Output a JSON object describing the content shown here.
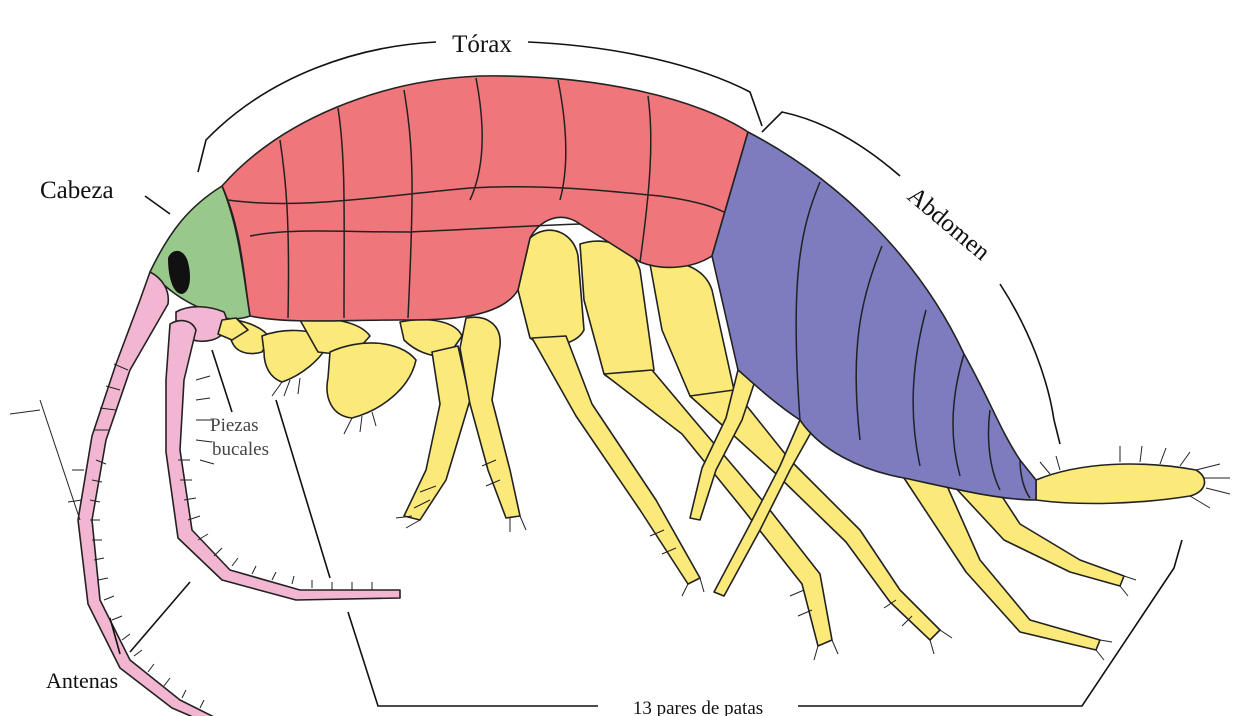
{
  "labels": {
    "head": "Cabeza",
    "thorax": "Tórax",
    "abdomen": "Abdomen",
    "mouthparts_line1": "Piezas",
    "mouthparts_line2": "bucales",
    "antennae": "Antenas",
    "legs": "13 pares de patas"
  },
  "colors": {
    "head": "#98c98a",
    "thorax": "#ef767a",
    "abdomen": "#7d7cbf",
    "legs": "#fbe97a",
    "antennae": "#f2b6d2",
    "eye": "#111111",
    "outline": "#222222"
  }
}
